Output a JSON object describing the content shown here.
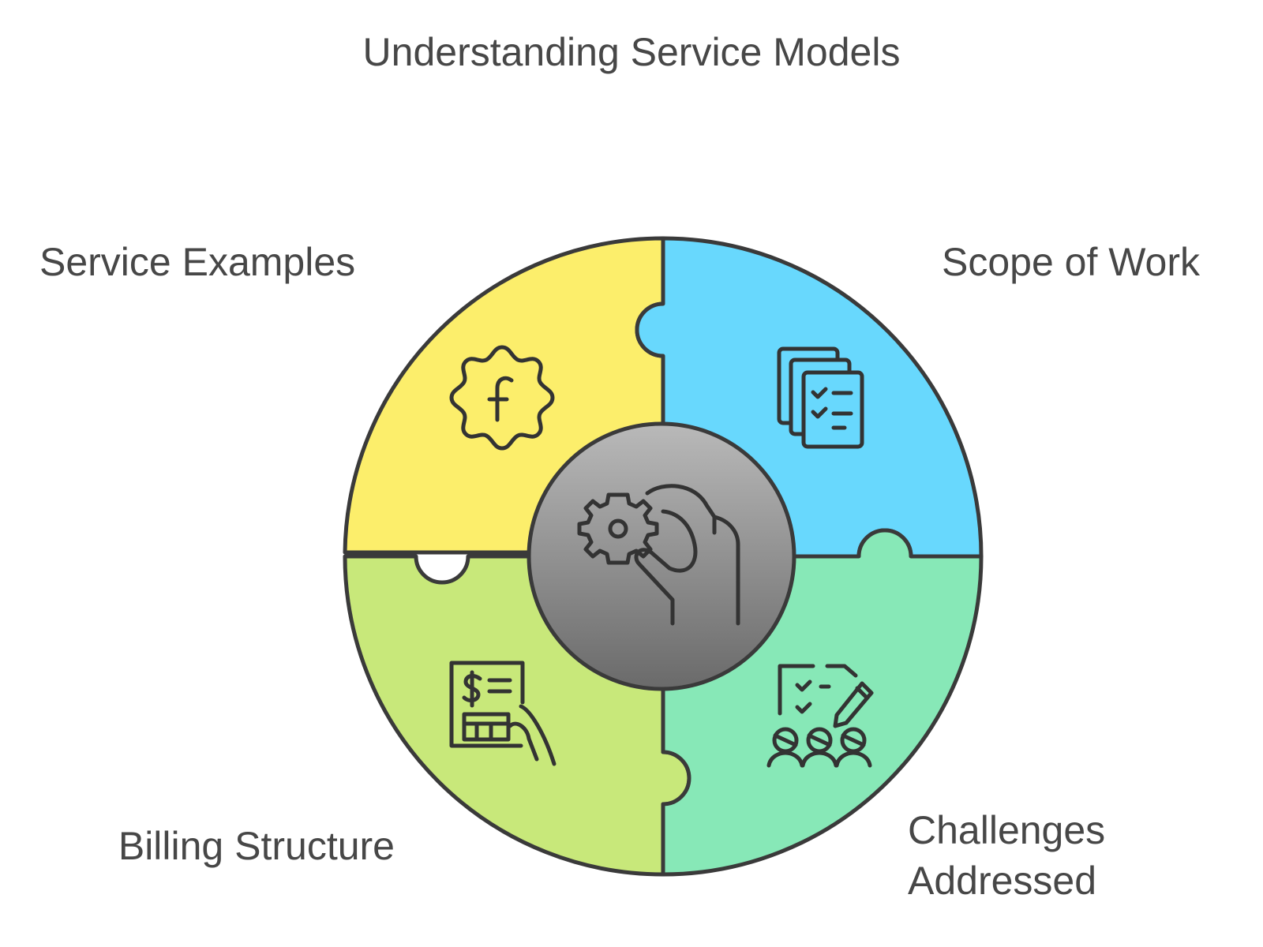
{
  "title": "Understanding Service Models",
  "segments": [
    {
      "label": "Service Examples",
      "color": "#fcee6b",
      "icon": "gear-f-icon"
    },
    {
      "label": "Scope of Work",
      "color": "#68d8fd",
      "icon": "checklist-documents-icon"
    },
    {
      "label": "Billing Structure",
      "color": "#c8e87a",
      "icon": "invoice-hand-icon"
    },
    {
      "label": "Challenges Addressed",
      "label_lines": [
        "Challenges",
        "Addressed"
      ],
      "color": "#87e8b7",
      "icon": "team-checklist-icon"
    }
  ],
  "center": {
    "color": "#8a8a8a",
    "icon": "hand-gear-icon"
  }
}
